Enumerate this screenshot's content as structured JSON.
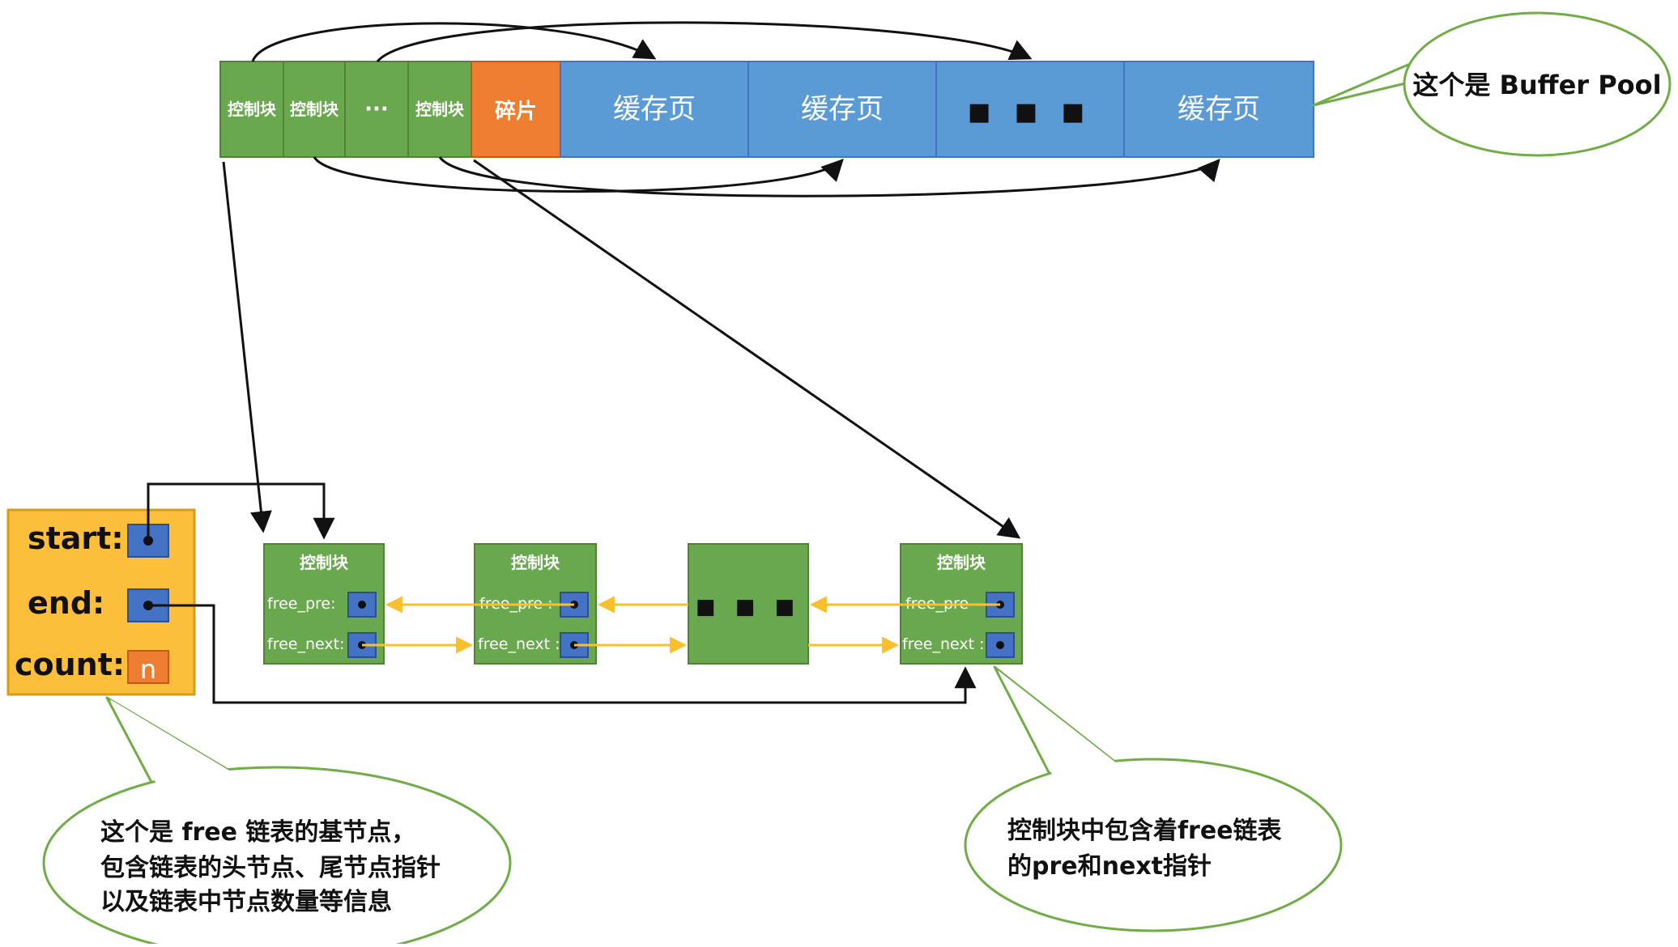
{
  "buffer_pool": {
    "control_blocks": [
      "控制块",
      "控制块",
      "···",
      "控制块"
    ],
    "fragment": "碎片",
    "pages": [
      "缓存页",
      "缓存页",
      "■ ■ ■",
      "缓存页"
    ]
  },
  "base_node": {
    "start_label": "start:",
    "end_label": "end:",
    "count_label": "count:",
    "count_value": "n"
  },
  "list_nodes": [
    {
      "title": "控制块",
      "pre_label": "free_pre:",
      "next_label": "free_next:"
    },
    {
      "title": "控制块",
      "pre_label": "free_pre :",
      "next_label": "free_next :"
    },
    {
      "title": "",
      "ellipsis": "■ ■ ■"
    },
    {
      "title": "控制块",
      "pre_label": "free_pre",
      "next_label": "free_next :"
    }
  ],
  "callouts": {
    "buffer_pool": "这个是 Buffer Pool",
    "base_node": [
      "这个是 free 链表的基节点，",
      "包含链表的头节点、尾节点指针",
      "以及链表中节点数量等信息"
    ],
    "control_block": [
      "控制块中包含着free链表",
      "的pre和next指针"
    ]
  },
  "colors": {
    "green": "#6aa84f",
    "green_border": "#548235",
    "orange": "#ed7d31",
    "blue": "#5b9bd5",
    "blue_dark": "#4472c4",
    "yellow": "#fbbf3c",
    "arrow_yellow": "#f9c02b",
    "callout_border": "#70ad47"
  }
}
